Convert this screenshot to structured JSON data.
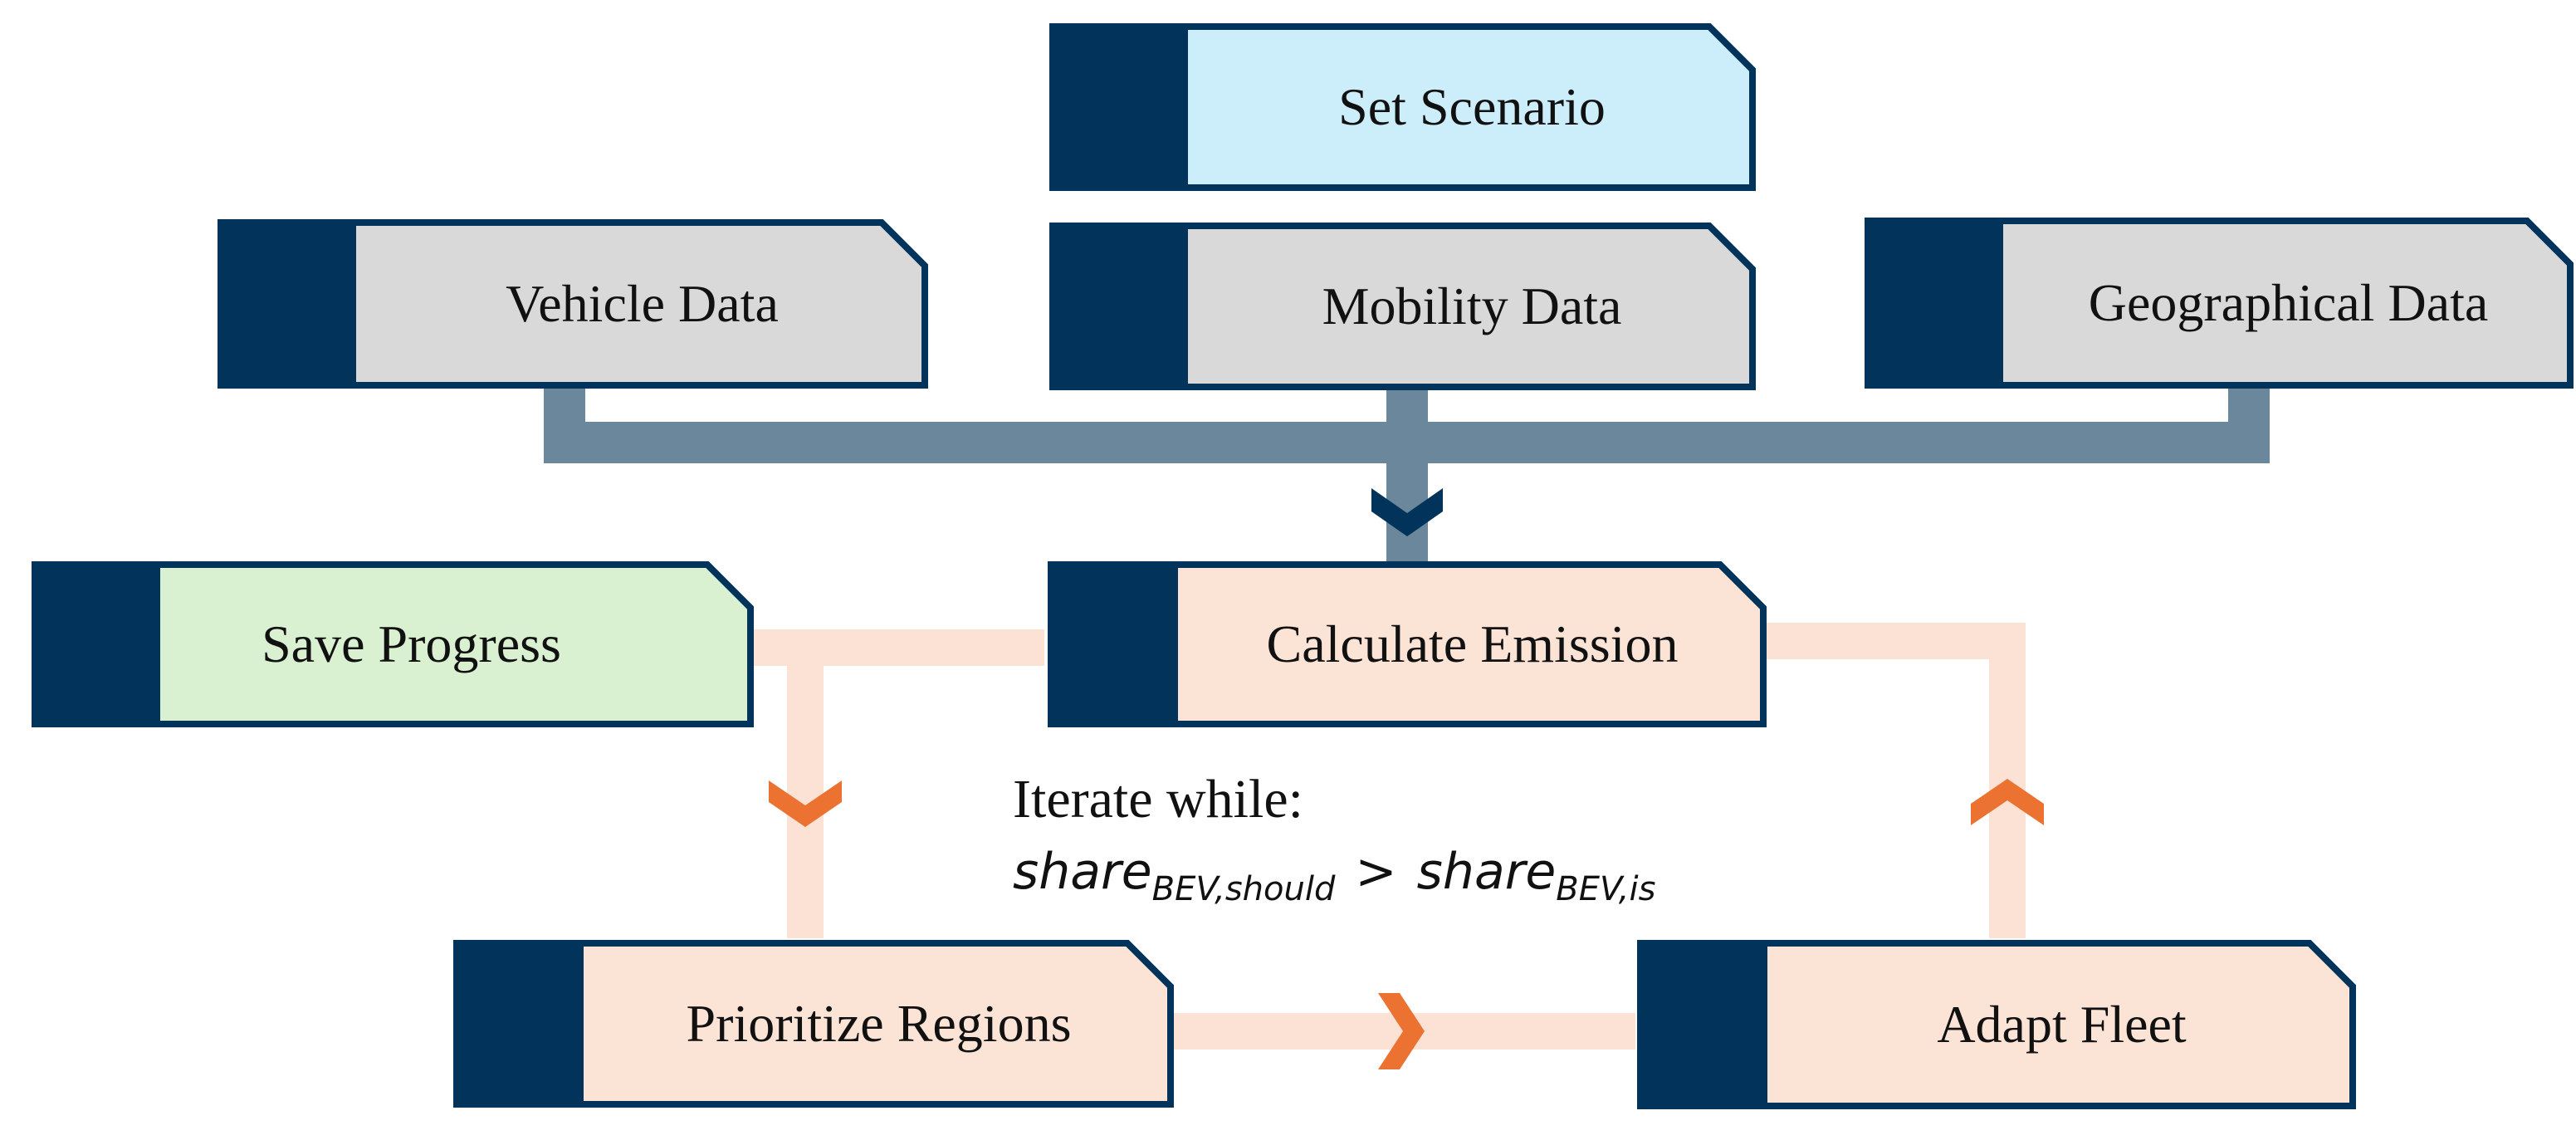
{
  "colors": {
    "navy": "#02335A",
    "connector_gray": "#6A879C",
    "connector_peach": "#FCE1D5",
    "arrow_orange": "#EC7232",
    "fill_scenario": "#CCEEFB",
    "fill_data": "#D9D9D9",
    "fill_save": "#D9F1D1",
    "fill_process": "#FBE3D6"
  },
  "boxes": {
    "set_scenario": "Set Scenario",
    "vehicle_data": "Vehicle Data",
    "mobility_data": "Mobility Data",
    "geographical_data": "Geographical Data",
    "save_progress": "Save Progress",
    "calculate_emission": "Calculate Emission",
    "prioritize_regions": "Prioritize Regions",
    "adapt_fleet": "Adapt Fleet"
  },
  "loop": {
    "label": "Iterate while:",
    "lhs_base": "share",
    "lhs_sub": "BEV,should",
    "operator": ">",
    "rhs_base": "share",
    "rhs_sub": "BEV,is"
  }
}
